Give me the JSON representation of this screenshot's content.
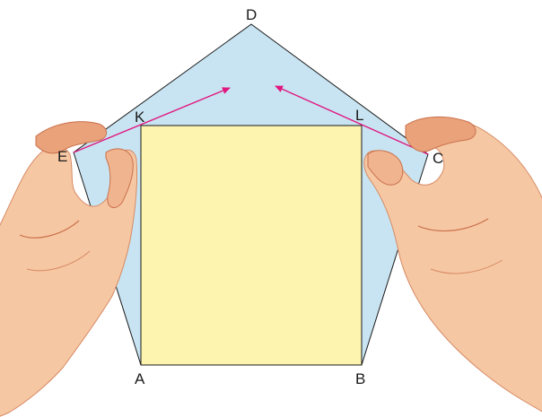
{
  "labels": {
    "D": "D",
    "K": "K",
    "L": "L",
    "E": "E",
    "C": "C",
    "A": "A",
    "B": "B"
  },
  "colors": {
    "pentagon_fill": "#c8e4f2",
    "square_fill": "#fdf4b0",
    "edge_stroke": "#1a1a1a",
    "arrow": "#e0177f",
    "skin_light": "#f6c7a3",
    "skin_mid": "#eaa27b",
    "skin_dark": "#c9714c"
  },
  "icons": {
    "left_hand": "left-hand-icon",
    "right_hand": "right-hand-icon"
  }
}
